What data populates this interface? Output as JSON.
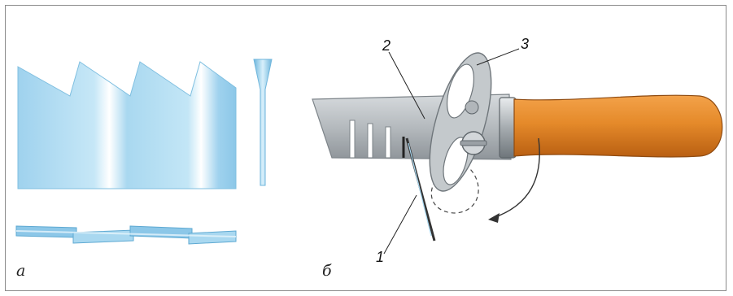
{
  "figure": {
    "panels": [
      {
        "id": "a",
        "label": "а"
      },
      {
        "id": "b",
        "label": "б"
      }
    ],
    "callouts": [
      {
        "number": "1"
      },
      {
        "number": "2"
      },
      {
        "number": "3"
      }
    ]
  },
  "colors": {
    "blade_blue": "#a9d8f0",
    "blade_blue_dark": "#6fb6dc",
    "steel_gray": "#b9bec2",
    "steel_gray_dark": "#7d8489",
    "handle_orange": "#e58a2a",
    "handle_orange_dark": "#b95f12",
    "frame_border": "#8a8a8a"
  }
}
